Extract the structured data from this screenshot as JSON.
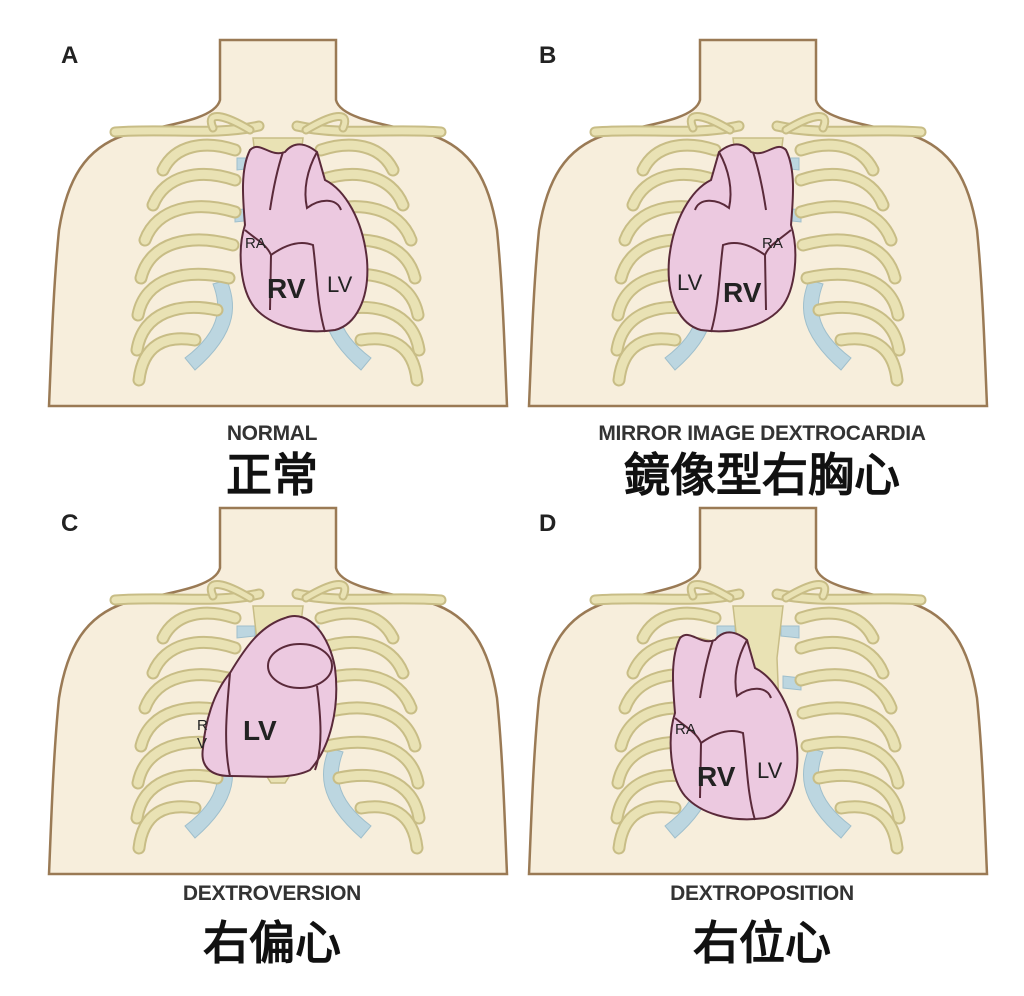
{
  "panels": [
    {
      "letter": "A",
      "caption_en": "NORMAL",
      "caption_zh": "正常",
      "chambers": {
        "ra": "RA",
        "rv": "RV",
        "lv": "LV"
      }
    },
    {
      "letter": "B",
      "caption_en": "MIRROR IMAGE DEXTROCARDIA",
      "caption_zh": "鏡像型右胸心",
      "chambers": {
        "ra": "RA",
        "rv": "RV",
        "lv": "LV"
      }
    },
    {
      "letter": "C",
      "caption_en": "DEXTROVERSION",
      "caption_zh": "右偏心",
      "chambers": {
        "rv_top": "R",
        "rv_bottom": "V",
        "lv": "LV"
      }
    },
    {
      "letter": "D",
      "caption_en": "DEXTROPOSITION",
      "caption_zh": "右位心",
      "chambers": {
        "ra": "RA",
        "rv": "RV",
        "lv": "LV"
      }
    }
  ],
  "colors": {
    "skin": "#f7eedc",
    "skin_outline": "#9a7a55",
    "bone": "#e9e2b4",
    "bone_outline": "#c8bd86",
    "cartilage": "#bcd6e0",
    "heart_fill": "#ecc9e0",
    "heart_outline": "#5a2a3a"
  }
}
